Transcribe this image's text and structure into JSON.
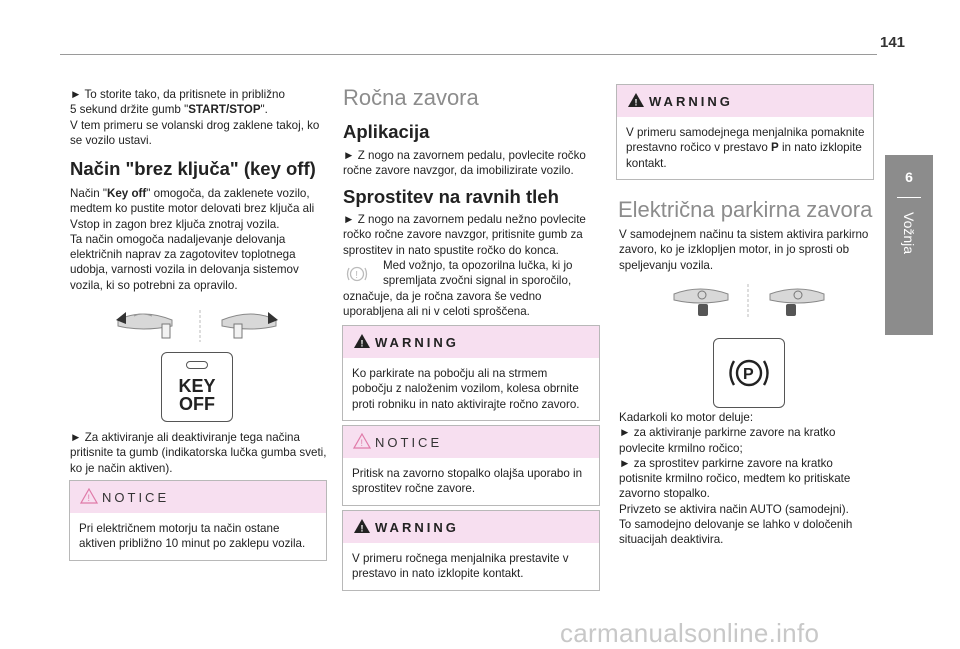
{
  "page_number": "141",
  "side_tab": {
    "number": "6",
    "label": "Vožnja"
  },
  "col1": {
    "intro_p1": "► To storite tako, da pritisnete in približno",
    "intro_p2_pre": "5 sekund držite gumb \"",
    "intro_p2_bold": "START/STOP",
    "intro_p2_post": "\".",
    "intro_p3": "V tem primeru se volanski drog zaklene takoj, ko se vozilo ustavi.",
    "heading": "Način \"brez ključa\" (key off)",
    "body_pre": "Način \"",
    "body_bold": "Key off",
    "body_post": "\" omogoča, da zaklenete vozilo, medtem ko pustite motor delovati brez ključa ali Vstop in zagon brez ključa znotraj vozila.",
    "body2": "Ta način omogoča nadaljevanje delovanja električnih naprav za zagotovitev toplotnega udobja, varnosti vozila in delovanja sistemov vozila, ki so potrebni za opravilo.",
    "button_label_top": "KEY",
    "button_label_bottom": "OFF",
    "after": "► Za aktiviranje ali deaktiviranje tega načina pritisnite ta gumb (indikatorska lučka gumba sveti, ko je način aktiven).",
    "notice": {
      "title": "NOTICE",
      "text": "Pri električnem motorju ta način ostane aktiven približno 10 minut po zaklepu vozila."
    }
  },
  "col2": {
    "title": "Ročna zavora",
    "heading1": "Aplikacija",
    "p1": "► Z nogo na zavornem pedalu, povlecite ročko ročne zavore navzgor, da imobilizirate vozilo.",
    "heading2": "Sprostitev na ravnih tleh",
    "p2": "► Z nogo na zavornem pedalu nežno povlecite ročko ročne zavore navzgor, pritisnite gumb za sprostitev in nato spustite ročko do konca.",
    "p3_a": "Med vožnjo, ta opozorilna lučka, ki jo",
    "p3_b": "spremljata zvočni signal in sporočilo,",
    "p3_c": "označuje, da je ročna zavora še vedno uporabljena ali ni v celoti sproščena.",
    "lamp_label": "(!)",
    "warning1": {
      "title": "WARNING",
      "text": "Ko parkirate na pobočju ali na strmem pobočju z naloženim vozilom, kolesa obrnite proti robniku in nato aktivirajte ročno zavoro."
    },
    "notice": {
      "title": "NOTICE",
      "text": "Pritisk na zavorno stopalko olajša uporabo in sprostitev ročne zavore."
    },
    "warning2": {
      "title": "WARNING",
      "text": "V primeru ročnega menjalnika prestavite v prestavo in nato izklopite kontakt."
    }
  },
  "col3": {
    "warning": {
      "title": "WARNING",
      "text_pre": "V primeru samodejnega menjalnika pomaknite prestavno ročico v prestavo ",
      "text_bold": "P",
      "text_post": " in nato izklopite kontakt."
    },
    "title": "Električna parkirna zavora",
    "p1": "V samodejnem načinu ta sistem aktivira parkirno zavoro, ko je izklopljen motor, in jo sprosti ob speljevanju vozila.",
    "button_symbol": "(P)",
    "p2": "Kadarkoli ko motor deluje:",
    "p3": "► za aktiviranje parkirne zavore na kratko povlecite krmilno ročico;",
    "p4": "► za sprostitev parkirne zavore na kratko potisnite krmilno ročico, medtem ko pritiskate zavorno stopalko.",
    "p5": "Privzeto se aktivira način AUTO (samodejni).",
    "p6": "To samodejno delovanje se lahko v določenih situacijah deaktivira."
  },
  "watermark": "carmanualsonline.info",
  "colors": {
    "tab": "#8c8c8c",
    "box_header": "#f7dff0",
    "notice_triangle": "#e07aa8",
    "title_grey": "#8c8c8c"
  }
}
